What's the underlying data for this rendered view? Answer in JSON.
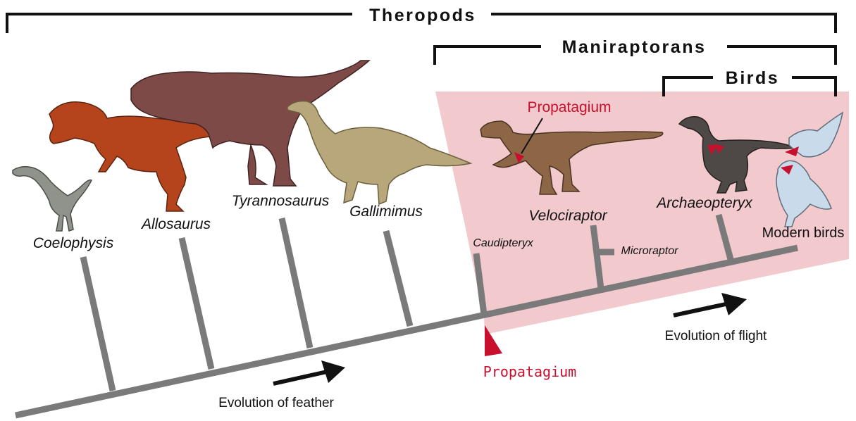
{
  "groups": {
    "theropods": "Theropods",
    "maniraptorans": "Maniraptorans",
    "birds": "Birds"
  },
  "taxa": {
    "coelophysis": "Coelophysis",
    "allosaurus": "Allosaurus",
    "tyrannosaurus": "Tyrannosaurus",
    "gallimimus": "Gallimimus",
    "caudipteryx": "Caudipteryx",
    "velociraptor": "Velociraptor",
    "microraptor": "Microraptor",
    "archaeopteryx": "Archaeopteryx",
    "modern_birds": "Modern birds"
  },
  "annotations": {
    "propatagium_top": "Propatagium",
    "propatagium_bottom": "Propatagium",
    "evolution_feather": "Evolution of feather",
    "evolution_flight": "Evolution of flight"
  },
  "colors": {
    "branch": "#7a7a7a",
    "bracket": "#111111",
    "highlight_region": "#f2c9cd",
    "propatagium_red": "#c8102e",
    "arrow": "#111111",
    "coelophysis": "#8f938c",
    "allosaurus": "#b5441c",
    "tyrannosaurus": "#7e4a48",
    "gallimimus": "#b7a77a",
    "velociraptor": "#8c6645",
    "archaeopteryx": "#4e4946",
    "modern_birds": "#c9dbea"
  }
}
